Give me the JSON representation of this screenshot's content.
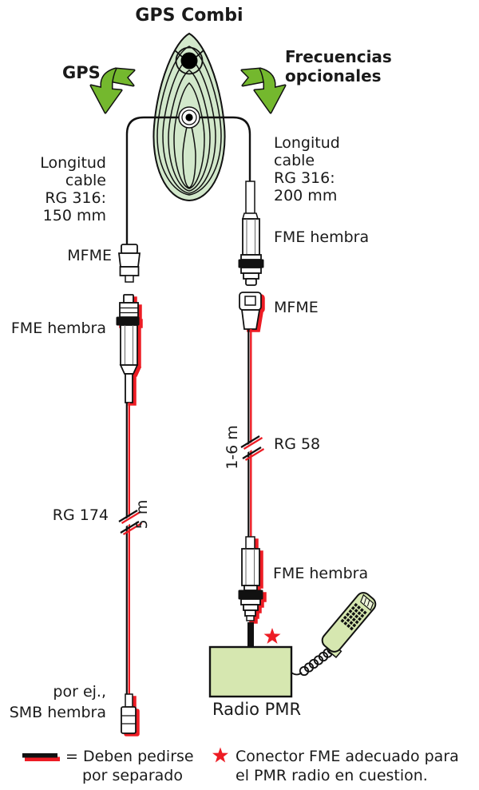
{
  "title": "GPS Combi",
  "colors": {
    "arrow_green": "#74b82e",
    "antenna_green": "#d2e8cb",
    "device_green": "#d6e7b0",
    "accent_red": "#ed1c24",
    "line_black": "#111111"
  },
  "icons": {
    "gps_arrow": "curved-green-arrow-down-left",
    "optional_frequencies_arrow": "curved-green-arrow-down-right",
    "star": "red-star",
    "separate_cable_swatch": "black-over-red-line",
    "antenna": "gps-combi-dome-top-view",
    "handset": "pmr-phone-handset"
  },
  "left_branch": {
    "label": "GPS",
    "cable_note_line1": "Longitud",
    "cable_note_line2": "cable",
    "cable_note_line3": "RG 316:",
    "cable_note_line4": "150 mm",
    "connector1_label": "MFME",
    "connector2_label": "FME hembra",
    "cable_type": "RG 174",
    "cable_length": "5 m",
    "end_note_line1": "por ej.,",
    "end_note_line2": "SMB hembra"
  },
  "right_branch": {
    "label_line1": "Frecuencias",
    "label_line2": "opcionales",
    "cable_note_line1": "Longitud",
    "cable_note_line2": "cable",
    "cable_note_line3": "RG 316:",
    "cable_note_line4": "200 mm",
    "connector1_label": "FME hembra",
    "connector2_label": "MFME",
    "cable_type": "RG 58",
    "cable_length": "1-6 m",
    "connector3_label": "FME hembra",
    "device_label": "Radio PMR"
  },
  "legend": {
    "separate_line1": "= Deben pedirse",
    "separate_line2": "por separado",
    "star_note_line1": "Conector FME adecuado para",
    "star_note_line2": "el PMR radio en cuestion."
  }
}
